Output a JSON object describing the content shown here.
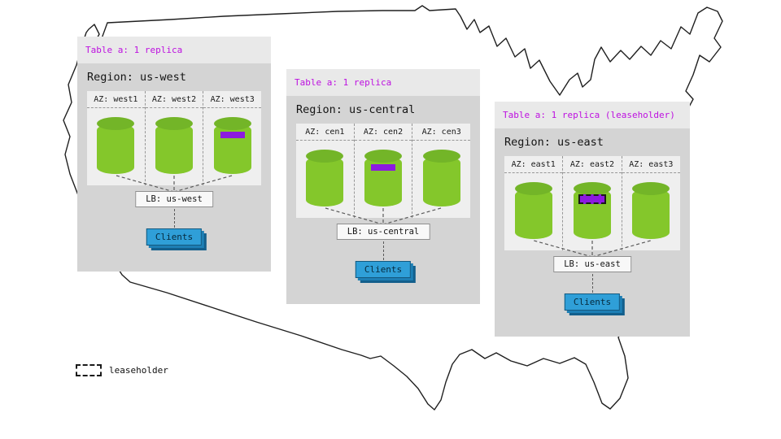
{
  "legend": {
    "label": "leaseholder"
  },
  "regions": [
    {
      "id": "us-west",
      "table_label": "Table a: 1 replica",
      "region_label": "Region: us-west",
      "azs": [
        {
          "label": "AZ: west1",
          "replica": false,
          "leaseholder": false
        },
        {
          "label": "AZ: west2",
          "replica": false,
          "leaseholder": false
        },
        {
          "label": "AZ: west3",
          "replica": true,
          "leaseholder": false
        }
      ],
      "lb_label": "LB: us-west",
      "clients_label": "Clients"
    },
    {
      "id": "us-central",
      "table_label": "Table a: 1 replica",
      "region_label": "Region: us-central",
      "azs": [
        {
          "label": "AZ: cen1",
          "replica": false,
          "leaseholder": false
        },
        {
          "label": "AZ: cen2",
          "replica": true,
          "leaseholder": false
        },
        {
          "label": "AZ: cen3",
          "replica": false,
          "leaseholder": false
        }
      ],
      "lb_label": "LB: us-central",
      "clients_label": "Clients"
    },
    {
      "id": "us-east",
      "table_label": "Table a: 1 replica (leaseholder)",
      "region_label": "Region: us-east",
      "azs": [
        {
          "label": "AZ: east1",
          "replica": false,
          "leaseholder": false
        },
        {
          "label": "AZ: east2",
          "replica": true,
          "leaseholder": true
        },
        {
          "label": "AZ: east3",
          "replica": false,
          "leaseholder": false
        }
      ],
      "lb_label": "LB: us-east",
      "clients_label": "Clients"
    }
  ],
  "colors": {
    "panel_body": "#d4d4d4",
    "panel_header": "#e9e9e9",
    "az_panel": "#efefef",
    "table_label_text": "#bd10e0",
    "replica_band": "#8c1ae0",
    "cylinder_body": "#84c72b",
    "cylinder_top": "#73b528",
    "clients_blue": "#2f9fd8",
    "map_outline": "#1f1f1f"
  }
}
